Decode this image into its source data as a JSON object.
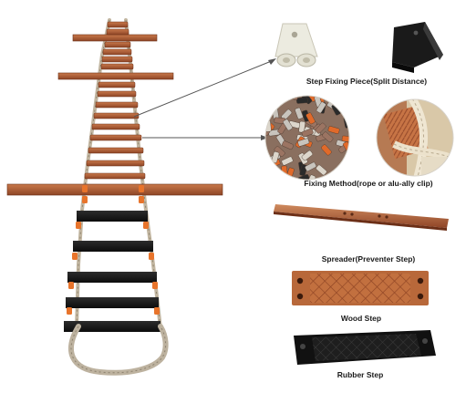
{
  "captions": {
    "step_fixing_piece": "Step Fixing Piece(Split Distance)",
    "fixing_method": "Fixing Method(rope or alu-ally clip)",
    "spreader": "Spreader(Preventer Step)",
    "wood_step": "Wood Step",
    "rubber_step": "Rubber Step"
  },
  "colors": {
    "wood": "#b5653a",
    "wood_dark": "#7c3a1e",
    "rubber": "#151515",
    "rope": "#c9bfae",
    "clip_orange": "#e8742b",
    "fixing_piece_white": "#ecebe0"
  },
  "icons": {
    "ladder": "pilot-ladder-illustration",
    "fixing_piece_white": "step-fixing-piece-white-icon",
    "fixing_piece_black": "step-fixing-piece-black-icon",
    "fixing_method_clips": "fixing-method-clips-icon",
    "fixing_method_rope": "fixing-method-rope-icon",
    "spreader": "spreader-step-icon",
    "wood_step": "wood-step-icon",
    "rubber_step": "rubber-step-icon"
  }
}
